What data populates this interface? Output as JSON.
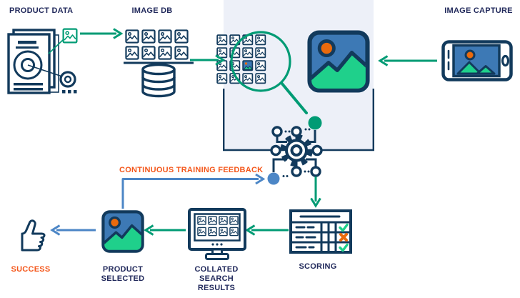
{
  "labels": {
    "product_data": "PRODUCT DATA",
    "image_db": "IMAGE DB",
    "image_capture": "IMAGE CAPTURE",
    "feedback": "CONTINUOUS TRAINING FEEDBACK",
    "scoring": "SCORING",
    "collated_search_results": "COLLATED SEARCH RESULTS",
    "product_selected": "PRODUCT SELECTED",
    "success": "SUCCESS"
  },
  "palette": {
    "icon_navy": "#123a5c",
    "text_navy": "#222a5c",
    "flow_green": "#009b74",
    "bright_green": "#1fd08b",
    "feedback_blue": "#4c86c6",
    "image_blue": "#3d79b5",
    "sun_orange": "#ea6a0c",
    "orange_text": "#f4571b",
    "panel_bg": "#edf0f8"
  },
  "match_grid": {
    "rows": 4,
    "cols": 4,
    "highlighted_cell": {
      "row": 3,
      "col": 3
    }
  },
  "image_db_grid": {
    "rows": 2,
    "cols": 4
  },
  "monitor_grid": {
    "rows": 2,
    "cols": 4
  },
  "scoring_results": [
    "check",
    "cross",
    "check"
  ],
  "flow": [
    {
      "from": "product-data",
      "to": "image-db",
      "color": "green"
    },
    {
      "from": "image-db",
      "to": "match-grid",
      "color": "green"
    },
    {
      "from": "image-capture",
      "to": "match-panel",
      "color": "green"
    },
    {
      "from": "neural-network",
      "to": "scoring",
      "color": "green"
    },
    {
      "from": "scoring",
      "to": "collated-search-results",
      "color": "green"
    },
    {
      "from": "collated-search-results",
      "to": "product-selected",
      "color": "green"
    },
    {
      "from": "product-selected",
      "to": "success",
      "color": "blue"
    },
    {
      "from": "product-selected",
      "to": "neural-network",
      "color": "blue",
      "label": "CONTINUOUS TRAINING FEEDBACK"
    }
  ]
}
